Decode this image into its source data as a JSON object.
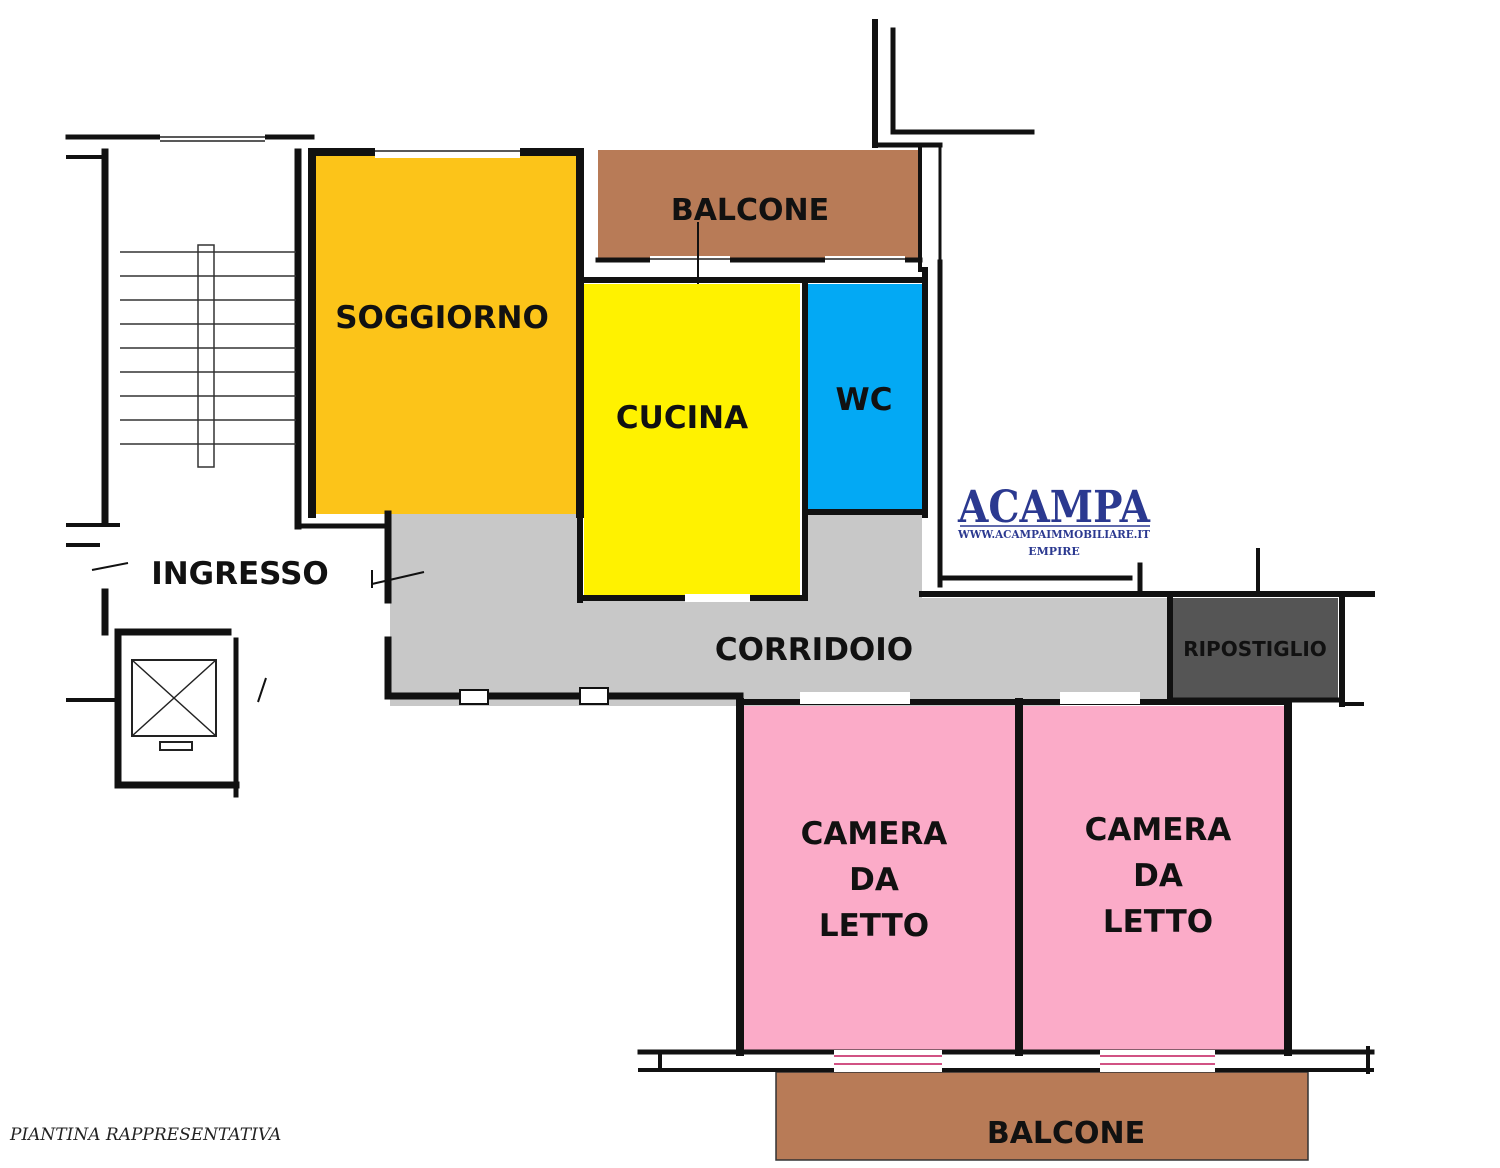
{
  "rooms": {
    "balcone_top": {
      "label": "BALCONE",
      "color": "#b87b57"
    },
    "soggiorno": {
      "label": "SOGGIORNO",
      "color": "#fcc419"
    },
    "cucina": {
      "label": "CUCINA",
      "color": "#fff200"
    },
    "wc": {
      "label": "WC",
      "color": "#03a9f4"
    },
    "ingresso": {
      "label": "INGRESSO"
    },
    "corridoio": {
      "label": "CORRIDOIO",
      "color": "#c8c8c8"
    },
    "ripostiglio": {
      "label": "RIPOSTIGLIO",
      "color": "#555555"
    },
    "camera_1": {
      "label_lines": [
        "CAMERA",
        "DA",
        "LETTO"
      ],
      "color": "#fbabc8"
    },
    "camera_2": {
      "label_lines": [
        "CAMERA",
        "DA",
        "LETTO"
      ],
      "color": "#fbabc8"
    },
    "balcone_bottom": {
      "label": "BALCONE",
      "color": "#b87b57"
    }
  },
  "logo": {
    "brand": "ACAMPA",
    "website": "WWW.ACAMPAIMMOBILIARE.IT",
    "sub": "EMPIRE",
    "color": "#2b3990"
  },
  "footer": {
    "note": "PIANTINA RAPPRESENTATIVA"
  },
  "colors": {
    "wall": "#111111",
    "background": "#ffffff"
  }
}
